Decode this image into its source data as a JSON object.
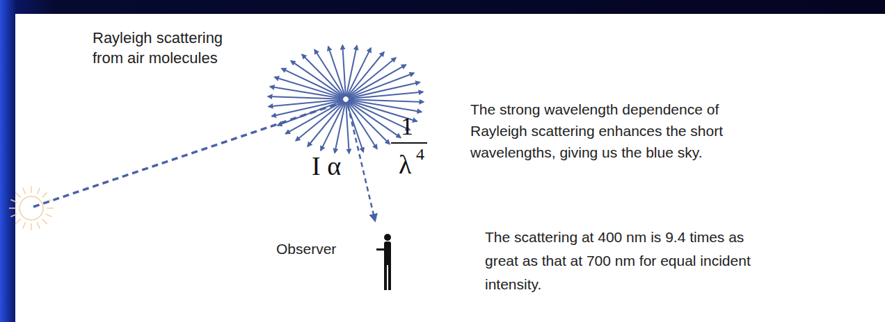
{
  "diagram": {
    "labels": [
      "Rayleigh scattering from air molecules",
      "I α",
      "1",
      "λ",
      "4",
      "The strong wavelength dependence of Rayleigh scattering enhances the short wavelengths, giving us the blue sky.",
      "Observer",
      "The scattering at 400 nm is 9.4 times as great as that at 700 nm for equal incident intensity."
    ]
  }
}
